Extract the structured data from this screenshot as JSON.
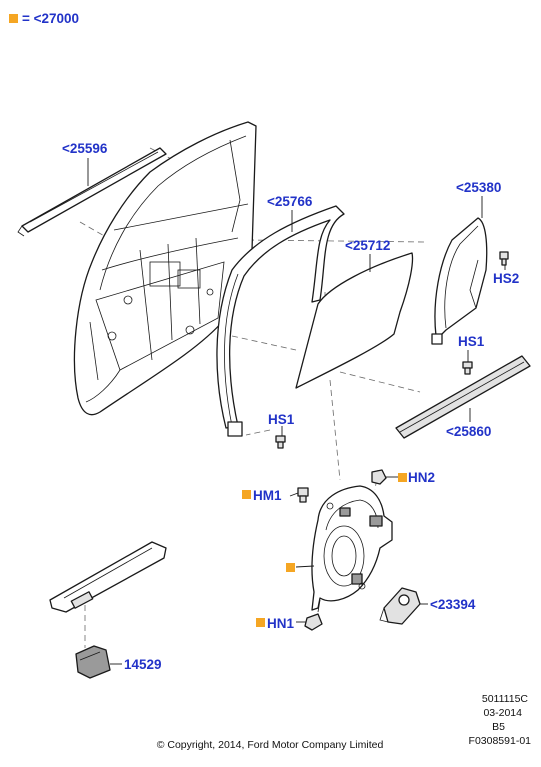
{
  "legend": {
    "marker_color": "#f5a623",
    "text": "= <27000"
  },
  "callouts": {
    "c25596": "<25596",
    "c25766": "<25766",
    "c25712": "<25712",
    "c25380": "<25380",
    "hs2": "HS2",
    "hs1_right": "HS1",
    "hs1_left": "HS1",
    "c25860": "<25860",
    "hn2": "HN2",
    "hm1": "HM1",
    "c23394": "<23394",
    "hn1": "HN1",
    "c14529": "14529"
  },
  "colors": {
    "callout": "#2233c8",
    "marker": "#f5a623",
    "line": "#1a1a1a"
  },
  "footer": {
    "doc_code": "5011115C",
    "date": "03-2014",
    "rev": "B5",
    "figure_id": "F0308591-01",
    "copyright": "© Copyright, 2014, Ford Motor Company Limited"
  }
}
